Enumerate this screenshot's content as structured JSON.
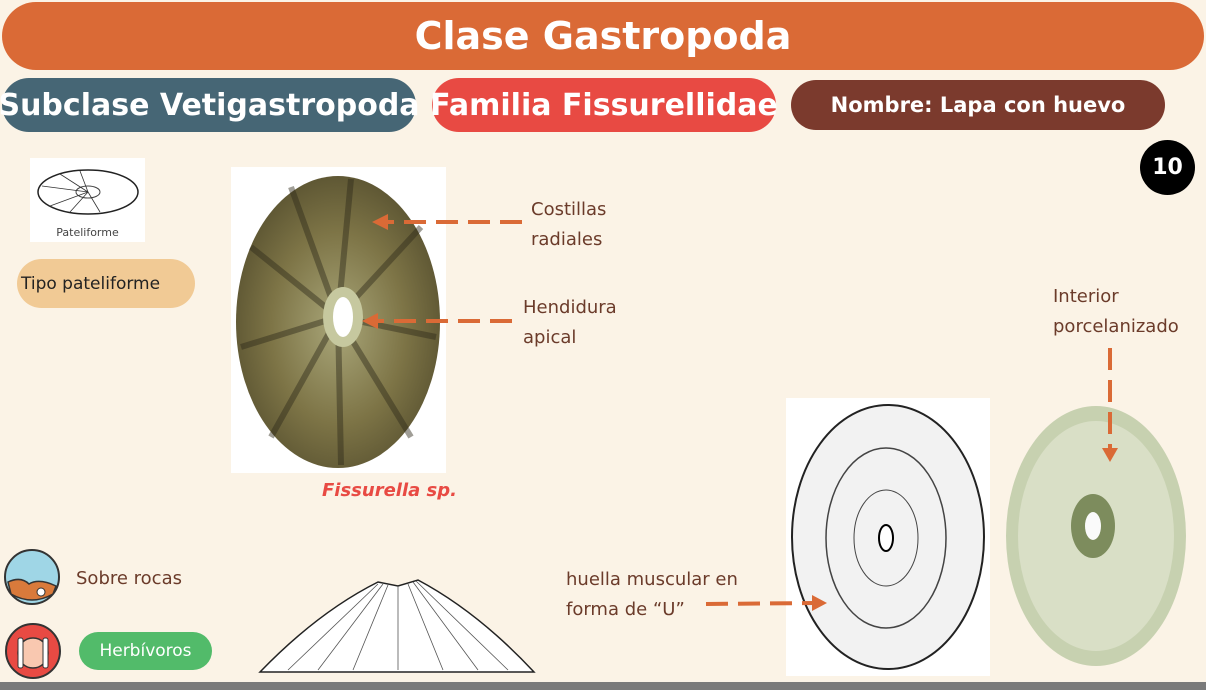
{
  "header": {
    "title": "Clase Gastropoda"
  },
  "tags": {
    "subclass": "Subclase Vetigastropoda",
    "family": "Familia Fissurellidae",
    "name": "Nombre: Lapa con huevo"
  },
  "page_number": "10",
  "shape": {
    "thumb_caption": "Pateliforme",
    "type_label": "Tipo pateliforme"
  },
  "annotations": {
    "ribs": [
      "Costillas",
      "radiales"
    ],
    "slit": [
      "Hendidura",
      "apical"
    ],
    "interior": [
      "Interior",
      "porcelanizado"
    ],
    "muscle": [
      "huella muscular en",
      "forma de “U”"
    ]
  },
  "species": "Fissurella sp.",
  "habitat": {
    "label": "Sobre rocas",
    "icon": "rocks-icon"
  },
  "diet": {
    "label": "Herbívoros",
    "icon": "plate-utensils-icon"
  },
  "colors": {
    "orange": "#da6a36",
    "teal": "#466675",
    "red": "#e84a43",
    "brown": "#7b3a2d",
    "green": "#52bb6a"
  }
}
